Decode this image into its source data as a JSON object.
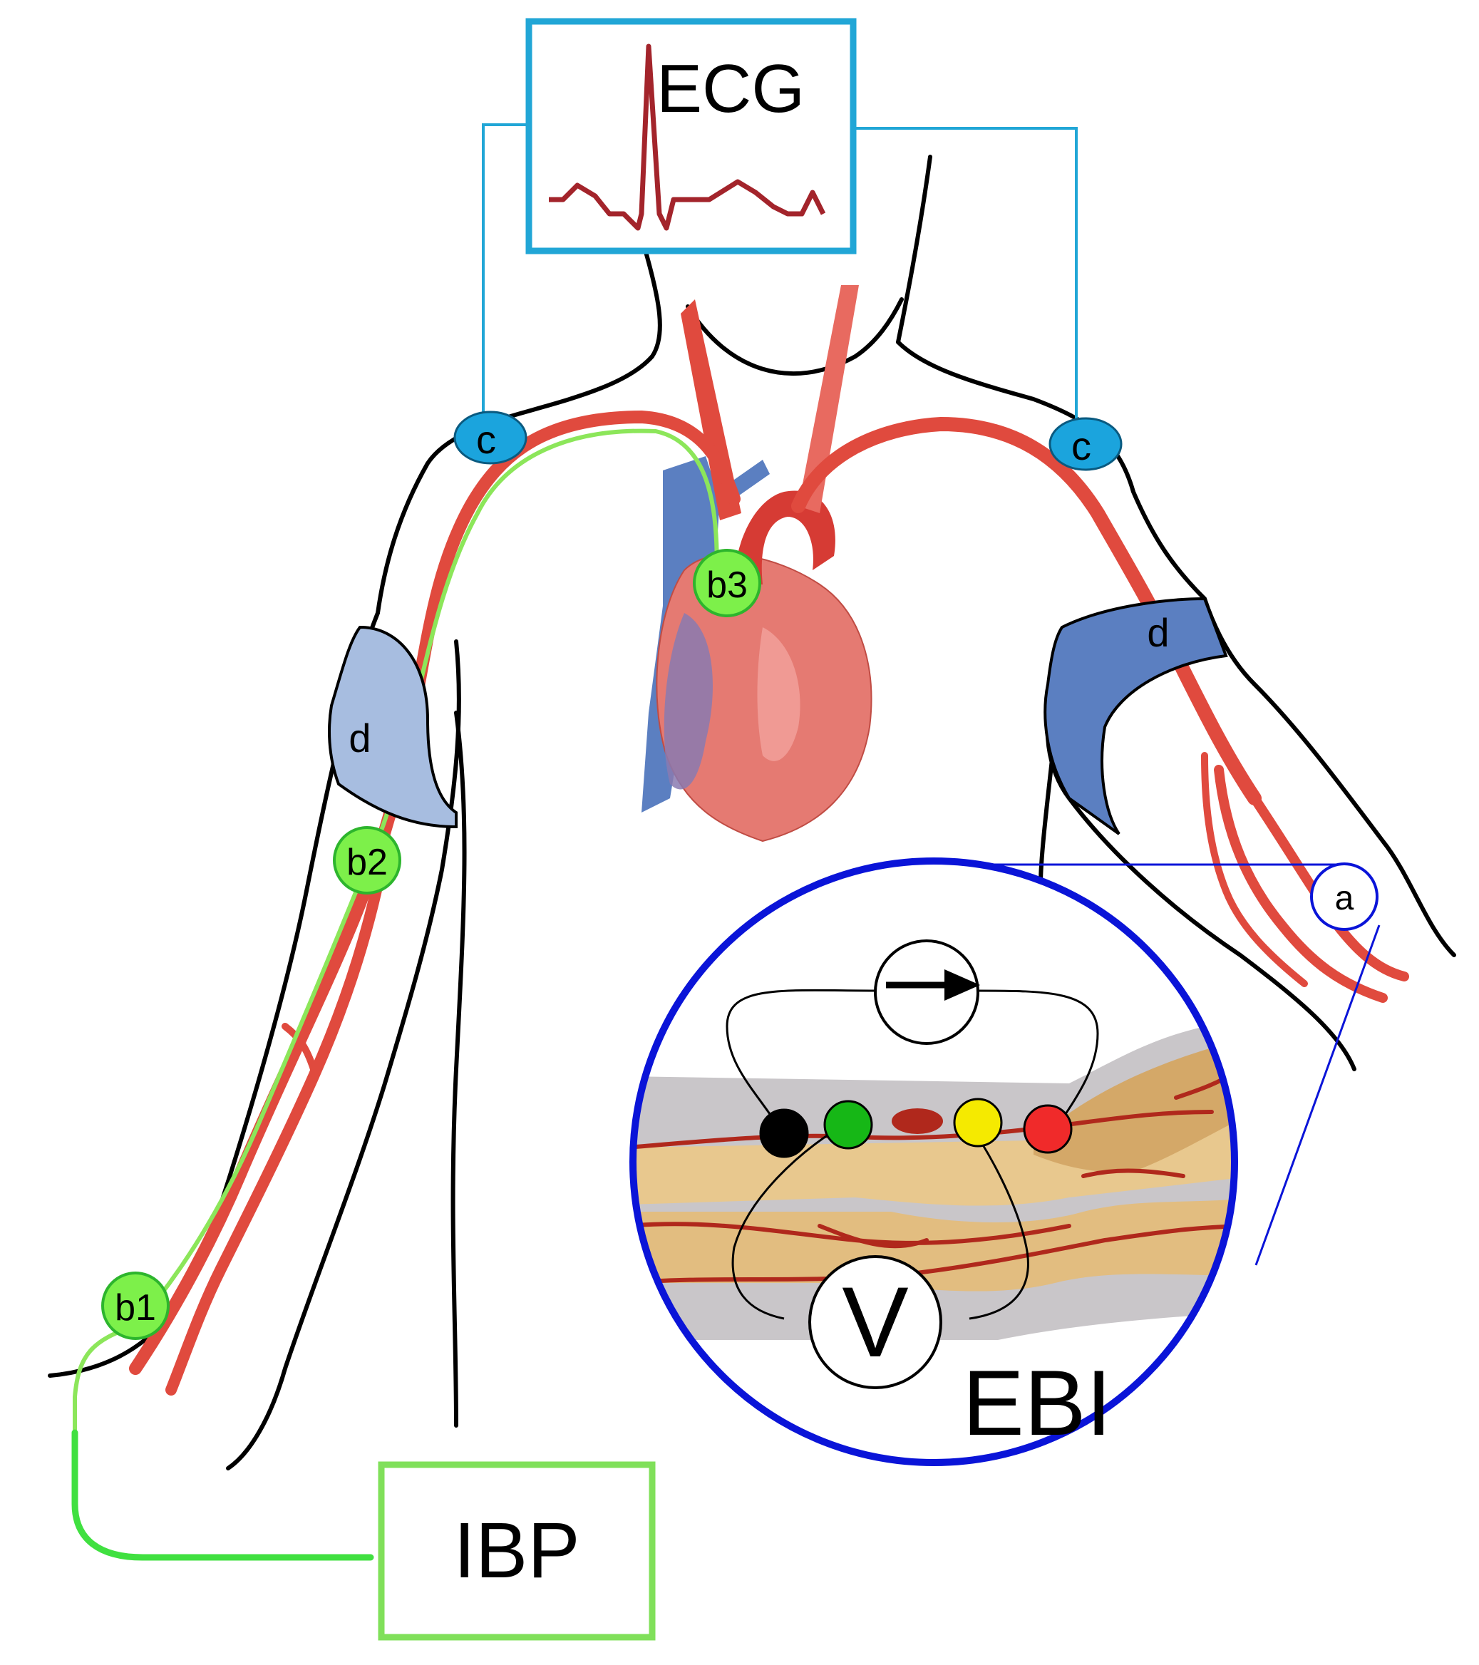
{
  "labels": {
    "ecg": "ECG",
    "ibp": "IBP",
    "ebi": "EBI",
    "a": "a",
    "b1": "b1",
    "b2": "b2",
    "b3": "b3",
    "c": "c",
    "d": "d",
    "voltmeter": "V"
  },
  "icons": {
    "current_source": "arrow-right-icon",
    "voltmeter": "voltmeter-icon"
  },
  "colors": {
    "ecg_frame": "#21a6d6",
    "ecg_trace": "#a3242b",
    "ibp_frame": "#80e05a",
    "ibp_line": "#40e040",
    "catheter": "#8ce65a",
    "catheter_node": "#7df04a",
    "catheter_node_stroke": "#2db52d",
    "artery": "#e04a3e",
    "artery_light": "#f07a70",
    "vein": "#5b7fc1",
    "cuff_right": "#a7bde0",
    "cuff_left": "#5b7fc1",
    "electrode_c": "#1ba4dd",
    "ebi_ring": "#0a14d8",
    "bone": "#e8c88e",
    "tissue": "#c9c6c9",
    "electrode_black": "#000000",
    "electrode_green": "#16b716",
    "electrode_dark_red": "#b0281c",
    "electrode_yellow": "#f5ea00",
    "electrode_red": "#f02a2a"
  }
}
